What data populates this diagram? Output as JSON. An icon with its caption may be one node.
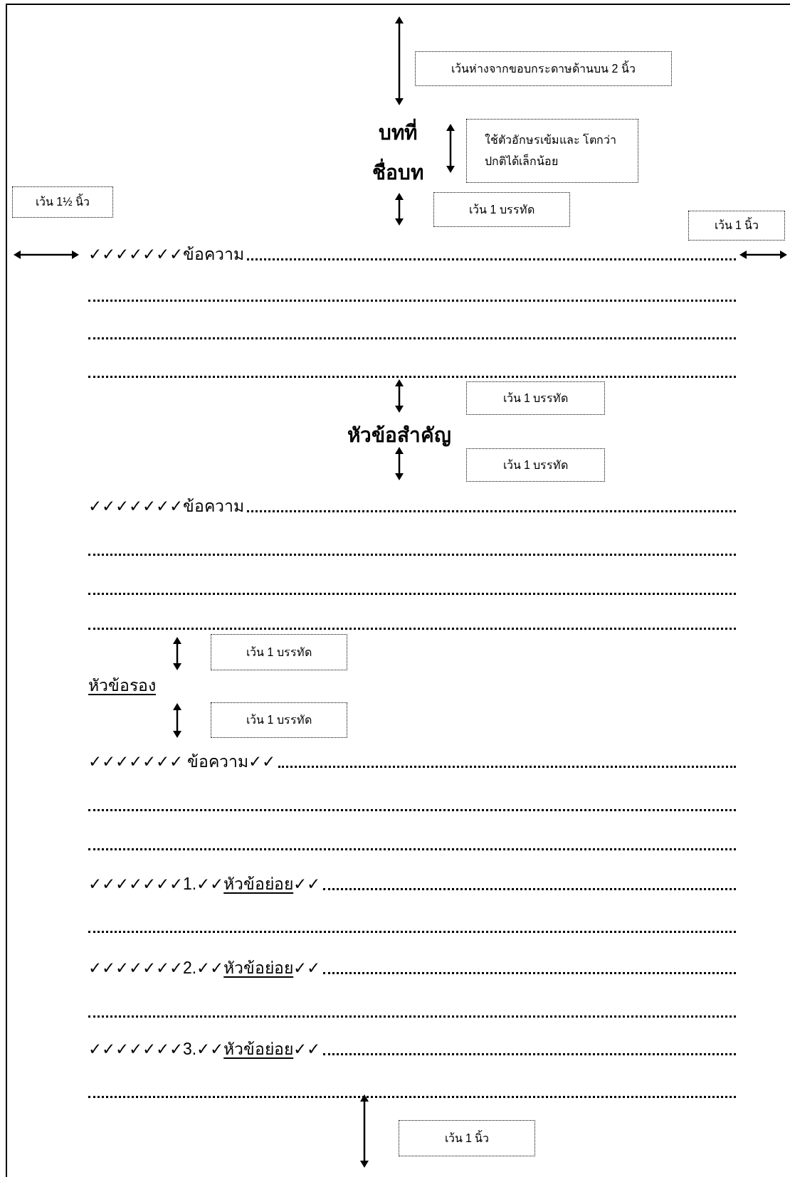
{
  "diagram": {
    "nodes": [
      {
        "text": [
          "เว้นห่างจากขอบกระดาษด้านบน 2 นิ้ว"
        ]
      },
      {
        "text": [
          "ใช้ตัวอักษรเข้มและ โตกว่าปกติได้เล็กน้อย"
        ]
      },
      {
        "text": [
          "เว้น 1½ นิ้ว"
        ]
      },
      {
        "text": [
          "เว้น 1 บรรทัด"
        ]
      },
      {
        "text": [
          "เว้น 1 นิ้ว"
        ]
      },
      {
        "text": [
          "เว้น 1 บรรทัด"
        ]
      },
      {
        "text": [
          "เว้น 1 บรรทัด"
        ]
      },
      {
        "text": [
          "เว้น 1 บรรทัด"
        ]
      },
      {
        "text": [
          "เว้น 1 บรรทัด"
        ]
      },
      {
        "text": [
          "เว้น 1 นิ้ว"
        ]
      }
    ],
    "edges": [],
    "labels": [
      "บทที่",
      "ชื่อบท",
      "✓✓✓✓✓✓✓ข้อความ",
      "หัวข้อสำคัญ",
      "✓✓✓✓✓✓✓ข้อความ",
      "หัวข้อรอง",
      "✓✓✓✓✓✓✓ ข้อความ✓✓",
      "✓✓✓✓✓✓✓1.✓✓",
      "หัวข้อย่อย",
      "✓✓",
      "✓✓✓✓✓✓✓2.✓✓",
      "หัวข้อย่อย",
      "✓✓",
      "✓✓✓✓✓✓✓3.✓✓",
      "หัวข้อย่อย",
      "✓✓"
    ]
  }
}
